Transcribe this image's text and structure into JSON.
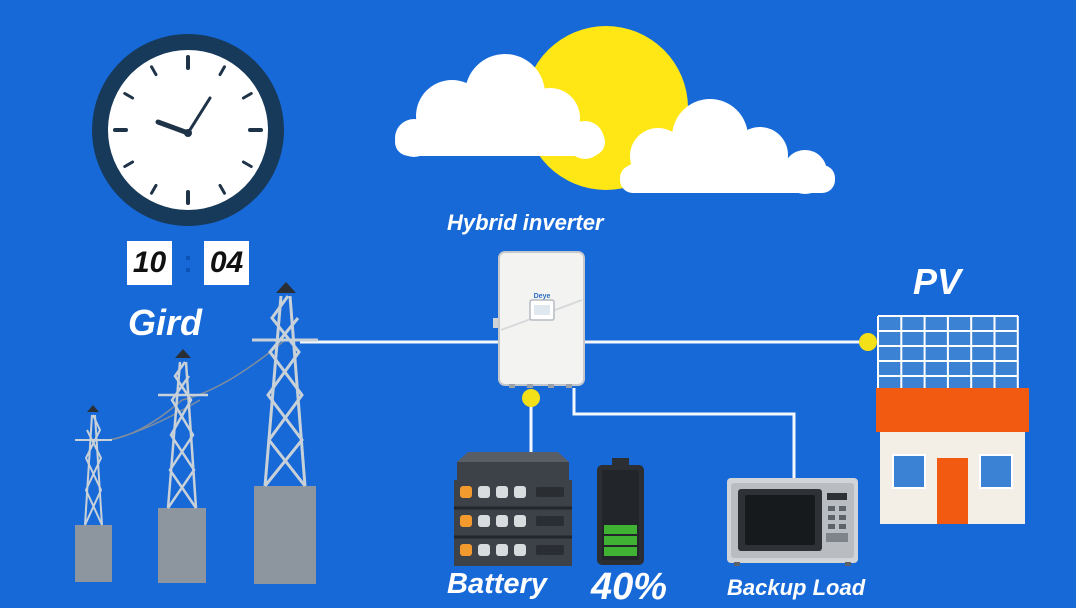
{
  "diagram": {
    "inverter_label": "Hybrid inverter",
    "inverter_brand": "Deye",
    "pv_label": "PV",
    "grid_label": "Gird",
    "battery_label": "Battery",
    "battery_level": "40%",
    "load_label": "Backup Load",
    "clock": {
      "hours": "10",
      "minutes": "04"
    }
  },
  "colors": {
    "background": "#1769d8",
    "sun": "#ffe615",
    "connector_dot": "#f4e019",
    "roof": "#f25a12",
    "battery_green": "#3fb233",
    "battery_led": "#f39a2e"
  }
}
